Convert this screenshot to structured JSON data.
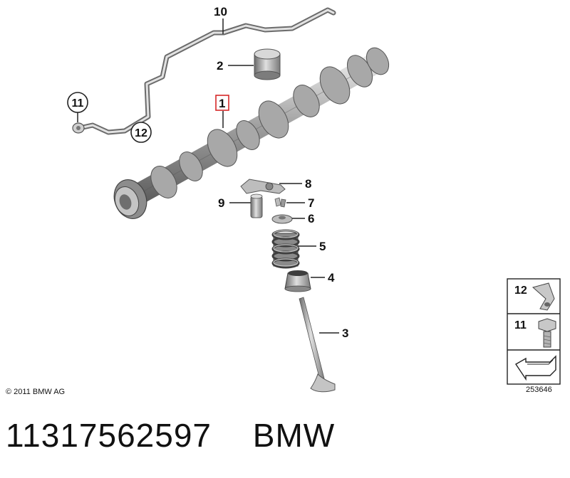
{
  "callouts": {
    "c1": "1",
    "c2": "2",
    "c3": "3",
    "c4": "4",
    "c5": "5",
    "c6": "6",
    "c7": "7",
    "c8": "8",
    "c9": "9",
    "c10": "10",
    "c11": "11",
    "c12": "12"
  },
  "legend": {
    "item12": "12",
    "item11": "11"
  },
  "copyright": "© 2011 BMW AG",
  "diagram_number": "253646",
  "footer": {
    "part_number": "11317562597",
    "brand": "BMW"
  },
  "colors": {
    "highlight_box": "#d62828",
    "part_gray": "#b5b5b5",
    "line": "#222222"
  }
}
